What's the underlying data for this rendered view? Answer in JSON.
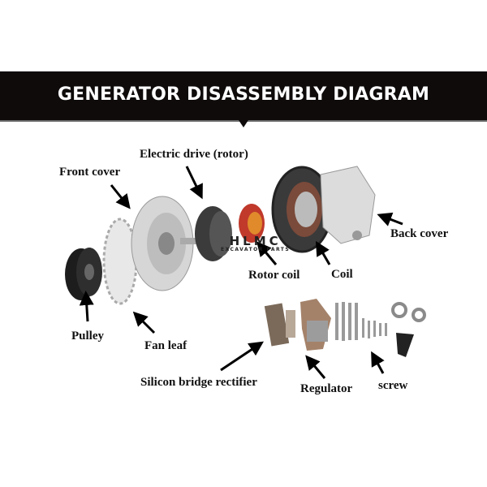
{
  "header": {
    "title": "GENERATOR DISASSEMBLY DIAGRAM"
  },
  "watermark": {
    "brand": "HLMC",
    "tagline": "EXCAVATOR PARTS"
  },
  "labels": {
    "rotor": "Electric drive (rotor)",
    "front_cover": "Front cover",
    "back_cover": "Back cover",
    "rotor_coil": "Rotor coil",
    "coil": "Coil",
    "pulley": "Pulley",
    "fan_leaf": "Fan leaf",
    "rectifier": "Silicon bridge rectifier",
    "regulator": "Regulator",
    "screw": "screw"
  }
}
